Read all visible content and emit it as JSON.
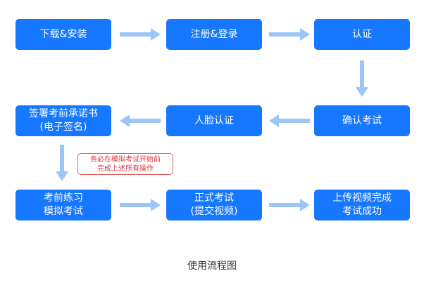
{
  "flow": {
    "steps": [
      {
        "lines": [
          "下载&安装"
        ]
      },
      {
        "lines": [
          "注册&登录"
        ]
      },
      {
        "lines": [
          "认证"
        ]
      },
      {
        "lines": [
          "确认考试"
        ]
      },
      {
        "lines": [
          "人脸认证"
        ]
      },
      {
        "lines": [
          "签署考前承诺书",
          "(电子签名)"
        ]
      },
      {
        "lines": [
          "考前练习",
          "模拟考试"
        ]
      },
      {
        "lines": [
          "正式考试",
          "(提交视频)"
        ]
      },
      {
        "lines": [
          "上传视频完成",
          "考试成功"
        ]
      }
    ],
    "note": [
      "务必在模拟考试开始前",
      "完成上述所有操作"
    ],
    "caption": "使用流程图"
  },
  "colors": {
    "box": "#1677ff",
    "arrow": "#9cc5f8",
    "note_border": "#e35b5b",
    "note_text": "#d9363e"
  }
}
